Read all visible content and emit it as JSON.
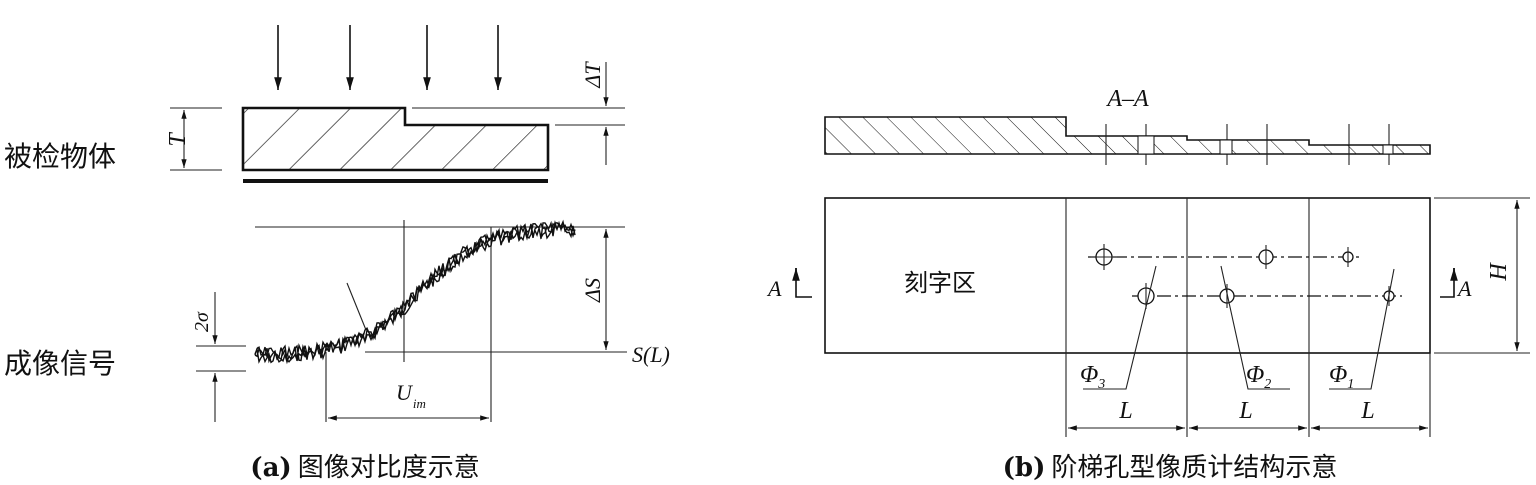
{
  "panel_a": {
    "label_object": "被检物体",
    "label_signal": "成像信号",
    "thickness": "T",
    "delta_t": "ΔT",
    "delta_s": "ΔS",
    "two_sigma": "2σ",
    "signal_level": "S(L)",
    "u_main": "U",
    "u_sub": "im",
    "caption_tag": "(a)",
    "caption": "图像对比度示意"
  },
  "panel_b": {
    "section_label": "A–A",
    "engraving_zone": "刻字区",
    "section_mark_left": "A",
    "section_mark_right": "A",
    "height": "H",
    "phi": "Φ",
    "phi3_sub": "3",
    "phi2_sub": "2",
    "phi1_sub": "1",
    "spacing": "L",
    "caption_tag": "(b)",
    "caption": "阶梯孔型像质计结构示意"
  }
}
